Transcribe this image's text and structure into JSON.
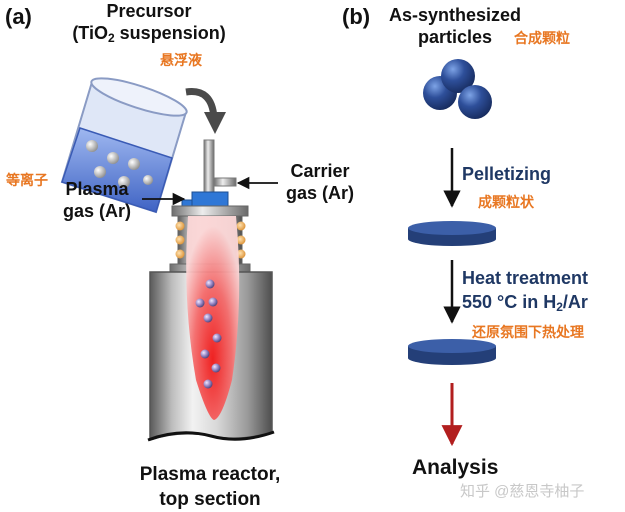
{
  "panel_a": {
    "label": "(a)",
    "precursor": {
      "line1": "Precursor",
      "line2_pre": "(TiO",
      "line2_sub": "2",
      "line2_post": " suspension)",
      "cn": "悬浮液"
    },
    "plasma_gas": {
      "line1": "Plasma",
      "line2": "gas (Ar)",
      "cn": "等离子"
    },
    "carrier_gas": {
      "line1": "Carrier",
      "line2": "gas (Ar)"
    },
    "reactor_caption": {
      "line1": "Plasma reactor,",
      "line2": "top section"
    }
  },
  "panel_b": {
    "label": "(b)",
    "synth": {
      "line1": "As-synthesized",
      "line2": "particles",
      "cn": "合成颗粒"
    },
    "pelletizing": {
      "label": "Pelletizing",
      "cn": "成颗粒状"
    },
    "heat": {
      "line1": "Heat treatment",
      "line2_pre": "550 °C in H",
      "line2_sub": "2",
      "line2_post": "/Ar",
      "cn": "还原氛围下热处理"
    },
    "analysis": "Analysis"
  },
  "watermark": "知乎 @慈恩寺柚子",
  "colors": {
    "navy_text": "#1F3864",
    "orange_text": "#E87722",
    "sphere": "#2E4F9A",
    "disk": "#2F4F8F",
    "analysis_arrow": "#B21E1E",
    "flame_core": "#F02020"
  }
}
